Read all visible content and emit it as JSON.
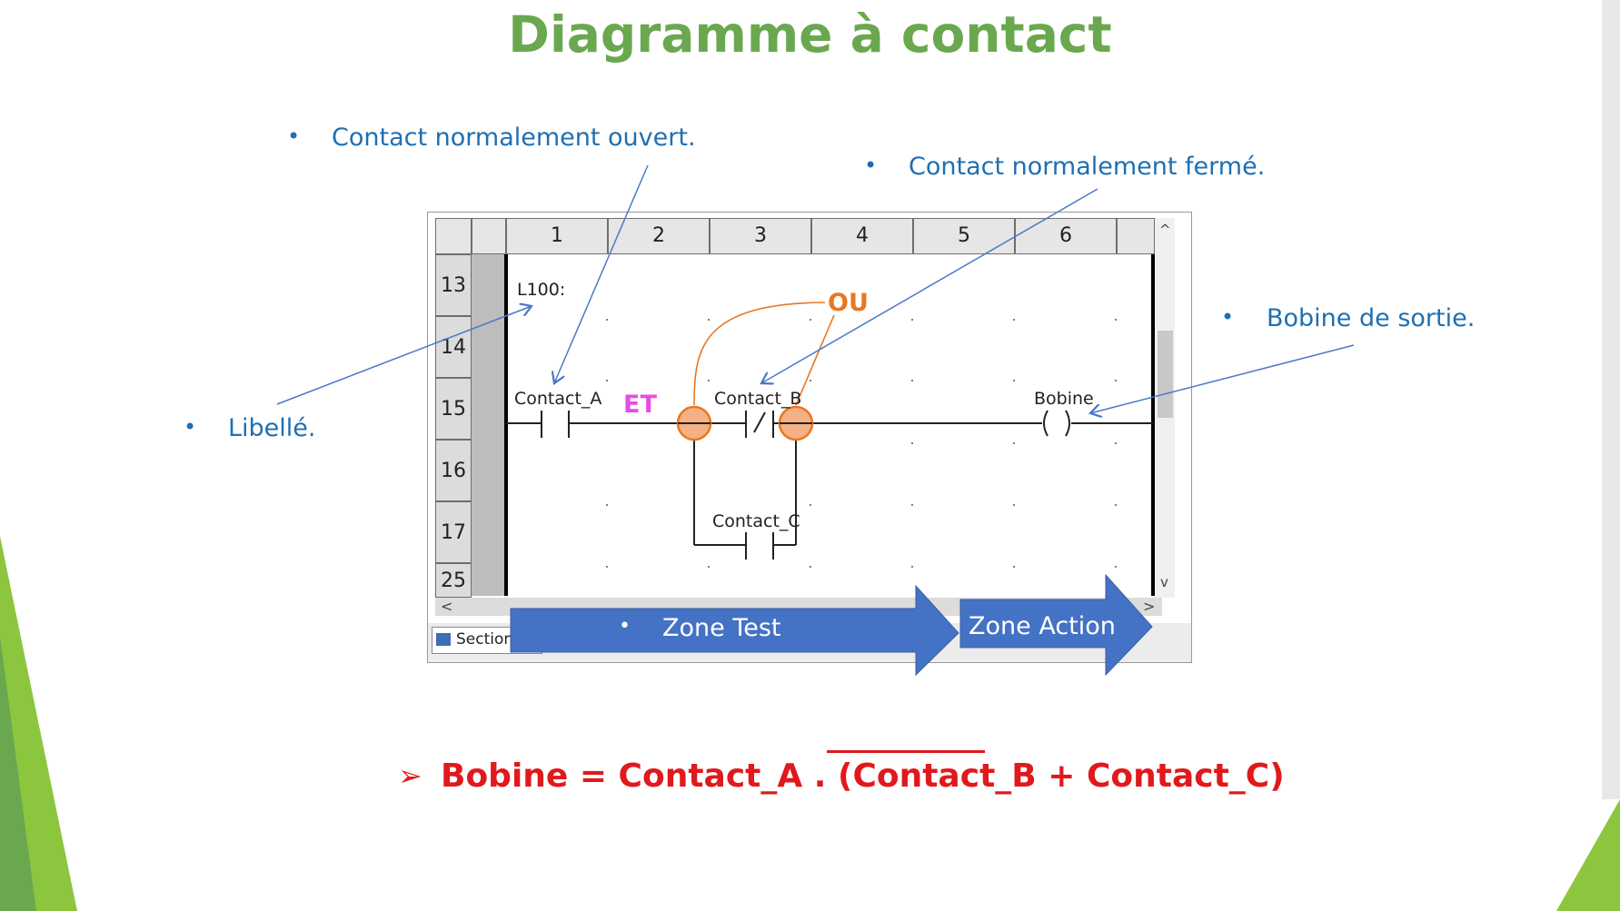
{
  "slide": {
    "title": "Diagramme à contact",
    "bullets": {
      "contact_no": "Contact normalement ouvert.",
      "contact_nf": "Contact normalement fermé.",
      "bobine": "Bobine de sortie.",
      "libelle": "Libellé."
    },
    "bullet_symbol": "•"
  },
  "editor": {
    "columns": [
      "1",
      "2",
      "3",
      "4",
      "5",
      "6"
    ],
    "rows": [
      "13",
      "14",
      "15",
      "16",
      "17",
      "25"
    ],
    "rung_label": "L100:",
    "contacts": {
      "a": "Contact_A",
      "b": "Contact_B",
      "c": "Contact_C",
      "coil": "Bobine"
    },
    "tab_label": "Section_",
    "scroll_up": "^",
    "scroll_down": "v",
    "scroll_left": "<",
    "scroll_right": ">"
  },
  "annotations": {
    "et": "ET",
    "ou": "OU",
    "zone_test": "Zone Test",
    "zone_action": "Zone Action"
  },
  "formula": {
    "arrow": "➢",
    "text": "Bobine = Contact_A . (Contact_B + Contact_C)"
  },
  "colors": {
    "title": "#6aa84f",
    "bullet_text": "#1f6fb2",
    "et": "#e84ce8",
    "ou": "#e87722",
    "zone_arrow": "#4472c4",
    "formula": "#e0191c",
    "node_fill": "#f4b183",
    "node_stroke": "#e87722"
  }
}
